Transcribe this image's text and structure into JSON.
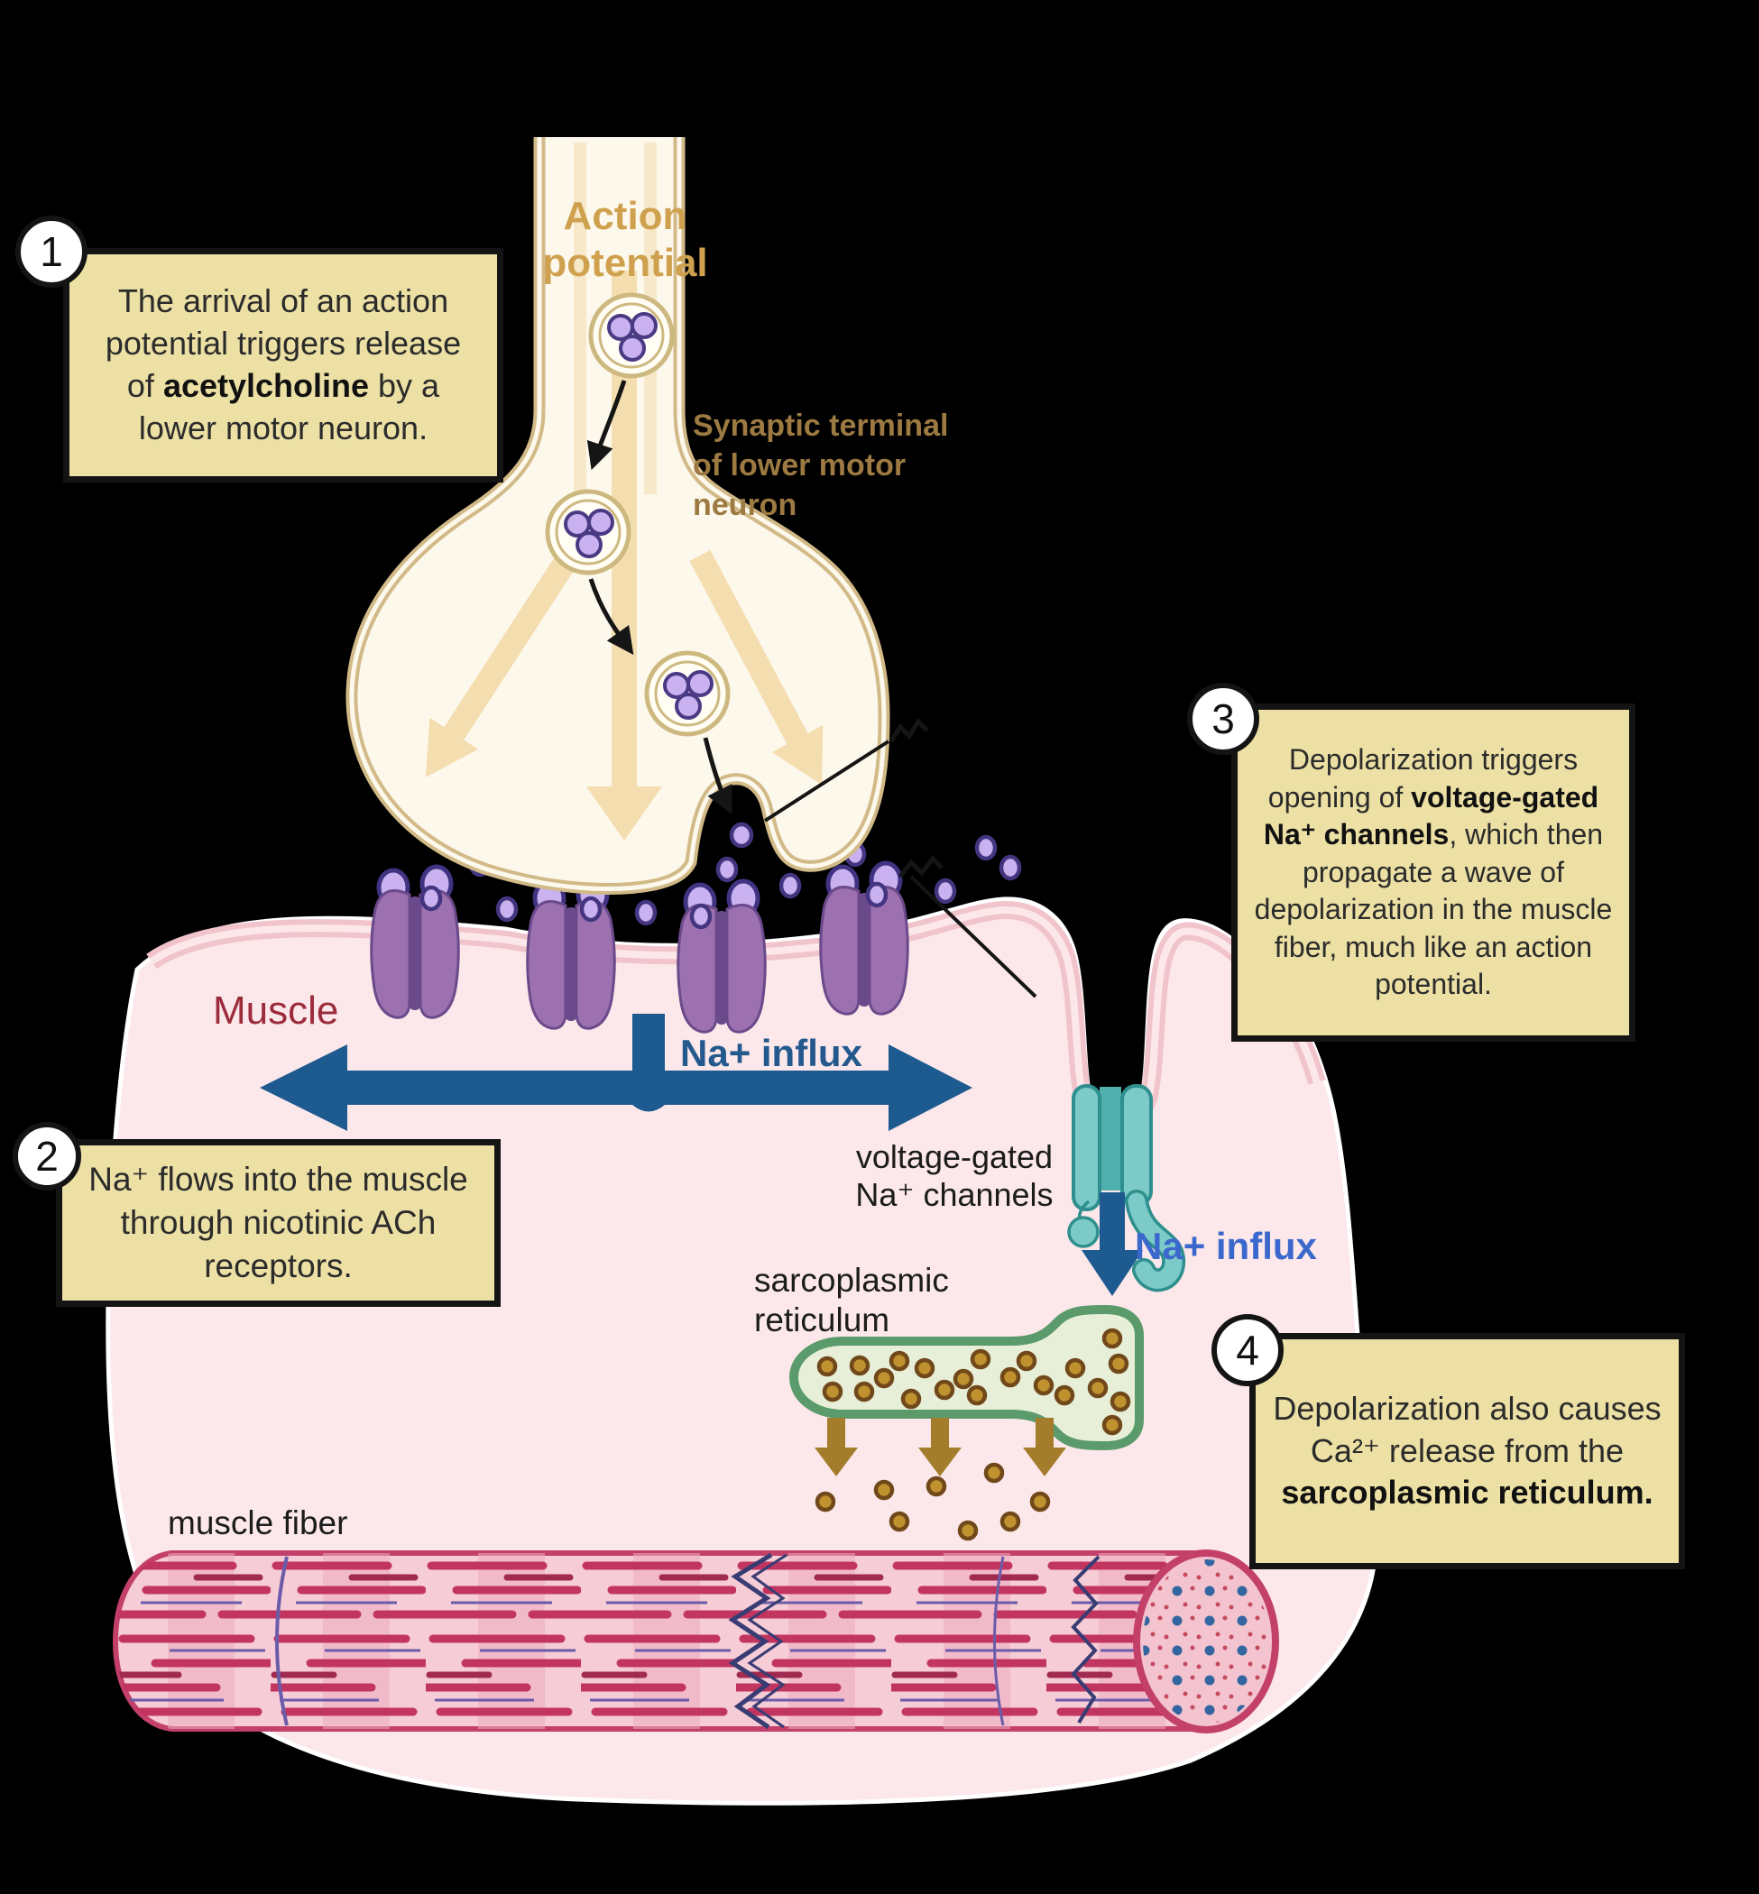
{
  "colors": {
    "background": "#000000",
    "box_fill": "#ece0a4",
    "box_border": "#141414",
    "badge_fill": "#ffffff",
    "axon_fill": "#fdf8ec",
    "axon_membrane": "#d2ba88",
    "tan_arrow": "#f4ddae",
    "muscle_fill": "#fce8ea",
    "muscle_membrane": "#f1c3cb",
    "receptor_purple": "#9d71b0",
    "ach_purple": "#c9b2ef",
    "navy_arrow": "#1d5a8f",
    "bright_blue": "#3b68cc",
    "teal_channel": "#7dcbc9",
    "sr_green_stroke": "#5a9a6b",
    "sr_green_fill": "#e7efd8",
    "calcium_brown": "#c0912f",
    "fiber_pink": "#f6ccd6",
    "fiber_crimson": "#c23560",
    "gold_text": "#cfa14e",
    "brown_text": "#9c7a42",
    "maroon_text": "#9c2b3b"
  },
  "steps": [
    {
      "number": "1",
      "segments": [
        {
          "t": "The arrival of an action potential triggers release of "
        },
        {
          "t": "acetylcholine",
          "b": true
        },
        {
          "t": " by a lower motor neuron."
        }
      ]
    },
    {
      "number": "2",
      "segments": [
        {
          "t": "Na⁺ flows into the muscle  through nicotinic ACh receptors."
        }
      ]
    },
    {
      "number": "3",
      "segments": [
        {
          "t": "Depolarization triggers opening of "
        },
        {
          "t": "voltage-gated Na⁺ channels",
          "b": true
        },
        {
          "t": ", which then propagate a wave of depolarization in the muscle fiber, much like an action potential."
        }
      ]
    },
    {
      "number": "4",
      "segments": [
        {
          "t": "Depolarization also causes Ca²⁺ release from the "
        },
        {
          "t": "sarcoplasmic reticulum.",
          "b": true
        }
      ]
    }
  ],
  "labels": {
    "action_potential": "Action potential",
    "synaptic_terminal": "Synaptic terminal of lower motor neuron",
    "muscle": "Muscle",
    "na_influx_membrane": "Na+ influx",
    "na_influx_channel": "Na+ influx",
    "voltage_gated_channels": "voltage-gated Na⁺ channels",
    "sarcoplasmic_reticulum": "sarcoplasmic reticulum",
    "muscle_fiber": "muscle fiber"
  }
}
